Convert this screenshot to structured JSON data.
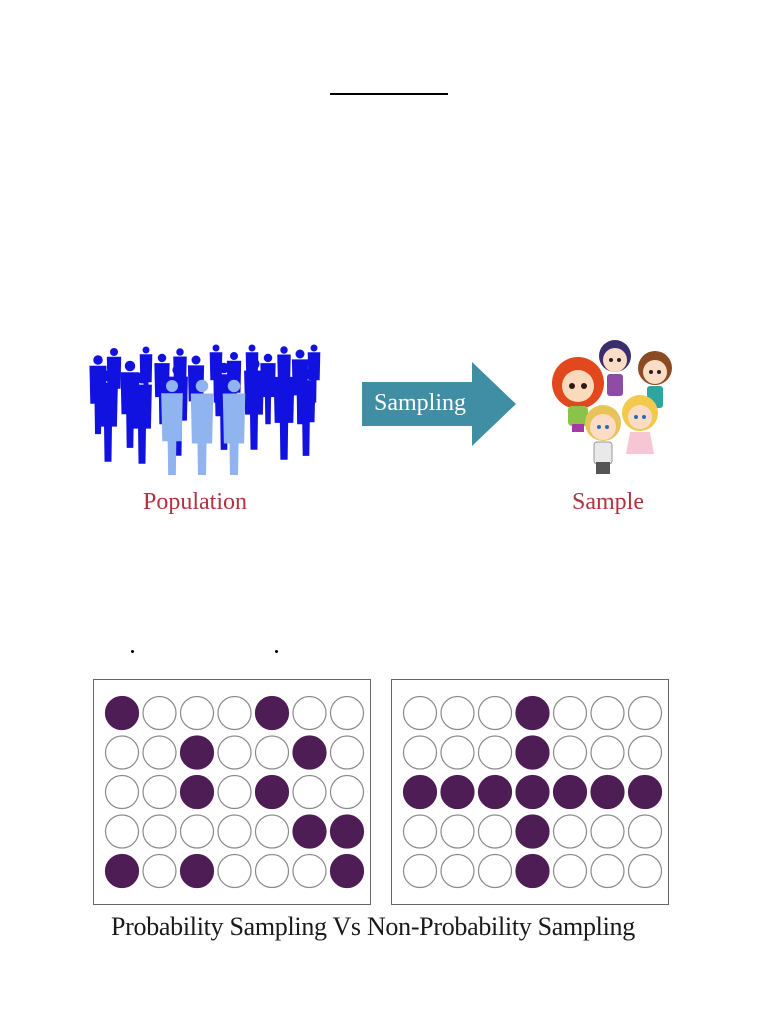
{
  "colors": {
    "population_dark": "#1212e0",
    "population_light": "#8fb4f0",
    "arrow": "#3f8ea3",
    "label_red": "#b2323e",
    "dot_filled": "#4f1d55",
    "dot_outline": "#8a8a8a"
  },
  "diagram": {
    "population_label": "Population",
    "arrow_label": "Sampling",
    "sample_label": "Sample",
    "population_icon": "crowd-silhouettes",
    "sample_icon": "cartoon-children-group"
  },
  "grids": {
    "caption": "Probability Sampling Vs Non-Probability Sampling",
    "probability": {
      "cells": [
        [
          1,
          0,
          0,
          0,
          1,
          0,
          0
        ],
        [
          0,
          0,
          1,
          0,
          0,
          1,
          0
        ],
        [
          0,
          0,
          1,
          0,
          1,
          0,
          0
        ],
        [
          0,
          0,
          0,
          0,
          0,
          1,
          1
        ],
        [
          1,
          0,
          1,
          0,
          0,
          0,
          1
        ]
      ]
    },
    "non_probability": {
      "cells": [
        [
          0,
          0,
          0,
          1,
          0,
          0,
          0
        ],
        [
          0,
          0,
          0,
          1,
          0,
          0,
          0
        ],
        [
          1,
          1,
          1,
          1,
          1,
          1,
          1
        ],
        [
          0,
          0,
          0,
          1,
          0,
          0,
          0
        ],
        [
          0,
          0,
          0,
          1,
          0,
          0,
          0
        ]
      ]
    }
  }
}
